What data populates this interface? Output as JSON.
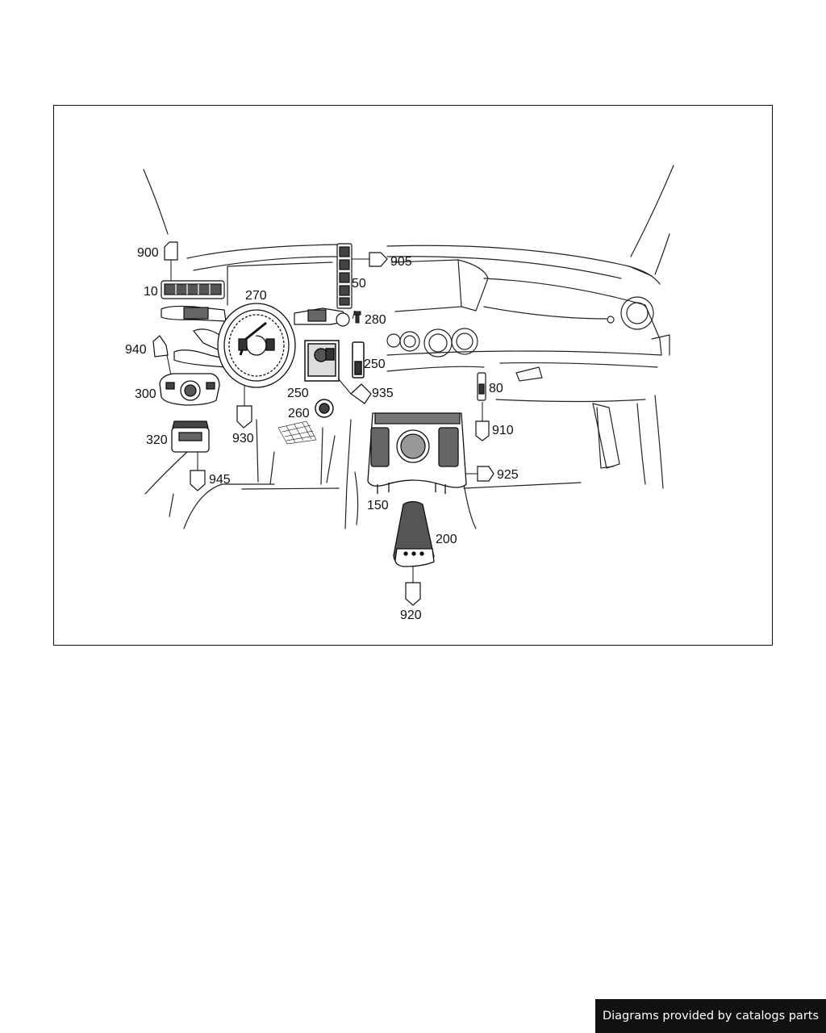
{
  "diagram": {
    "callouts": {
      "c900": "900",
      "c10": "10",
      "c270": "270",
      "c905": "905",
      "c50": "50",
      "c280": "280",
      "c940": "940",
      "c250a": "250",
      "c250b": "250",
      "c935": "935",
      "c80": "80",
      "c300": "300",
      "c260": "260",
      "c910": "910",
      "c930": "930",
      "c320": "320",
      "c925": "925",
      "c945": "945",
      "c150": "150",
      "c200": "200",
      "c920": "920"
    }
  },
  "footer": {
    "credit": "Diagrams provided by catalogs parts"
  },
  "colors": {
    "line": "#111111",
    "banner_bg": "#111111",
    "banner_text": "#ffffff"
  }
}
